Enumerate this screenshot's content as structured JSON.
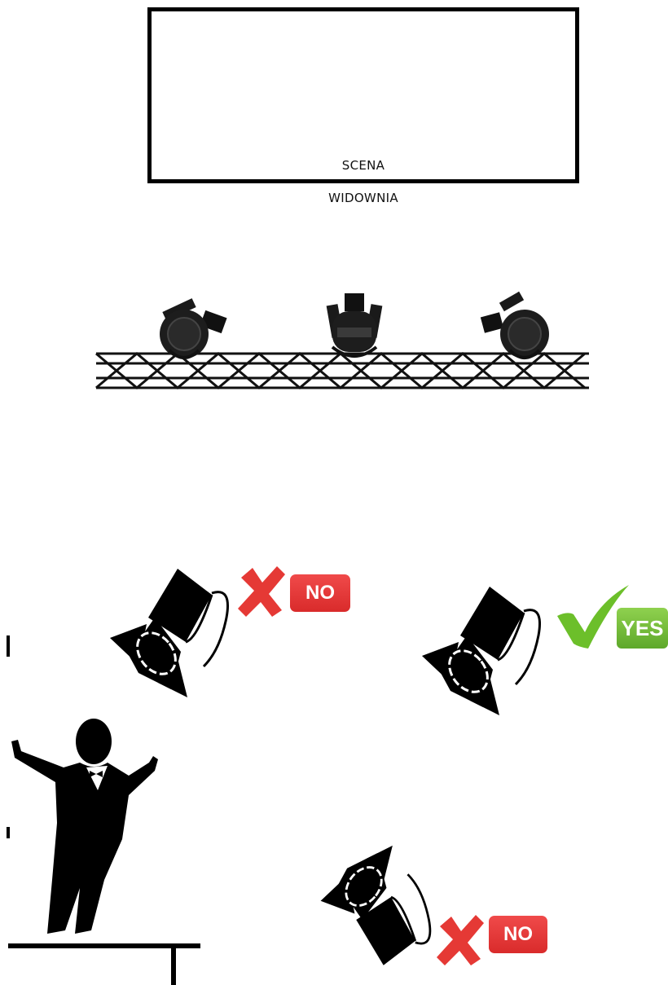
{
  "stage": {
    "label": "SCENA"
  },
  "audience": {
    "label": "WIDOWNIA"
  },
  "examples": [
    {
      "verdict": "NO",
      "status": "no"
    },
    {
      "verdict": "YES",
      "status": "yes"
    },
    {
      "verdict": "NO",
      "status": "no"
    }
  ],
  "colors": {
    "no": "#e53935",
    "yes": "#7cc142",
    "check": "#6cbf2a"
  }
}
